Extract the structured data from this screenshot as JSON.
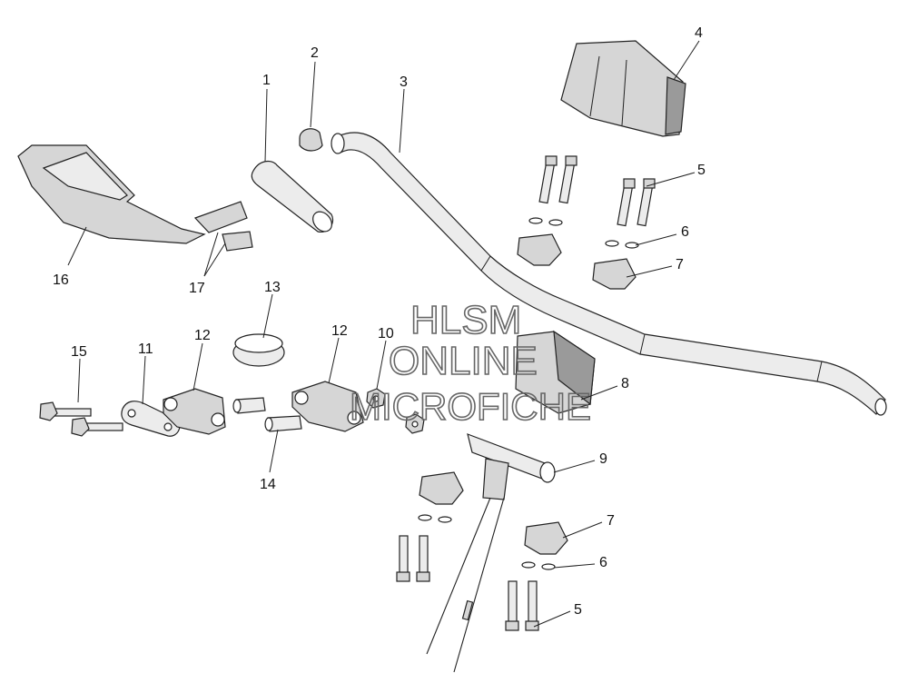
{
  "watermark": {
    "line1": "HLSM",
    "line2": "ONLINE",
    "line3": "MICROFICHE"
  },
  "callouts": {
    "c1": "1",
    "c2": "2",
    "c3": "3",
    "c4": "4",
    "c5a": "5",
    "c5b": "5",
    "c6a": "6",
    "c6b": "6",
    "c7a": "7",
    "c7b": "7",
    "c8": "8",
    "c9": "9",
    "c10": "10",
    "c11": "11",
    "c12a": "12",
    "c12b": "12",
    "c13": "13",
    "c14": "14",
    "c15": "15",
    "c16": "16",
    "c17": "17"
  },
  "colors": {
    "line": "#222222",
    "fill": "#d6d6d6",
    "watermark": "#666666"
  }
}
